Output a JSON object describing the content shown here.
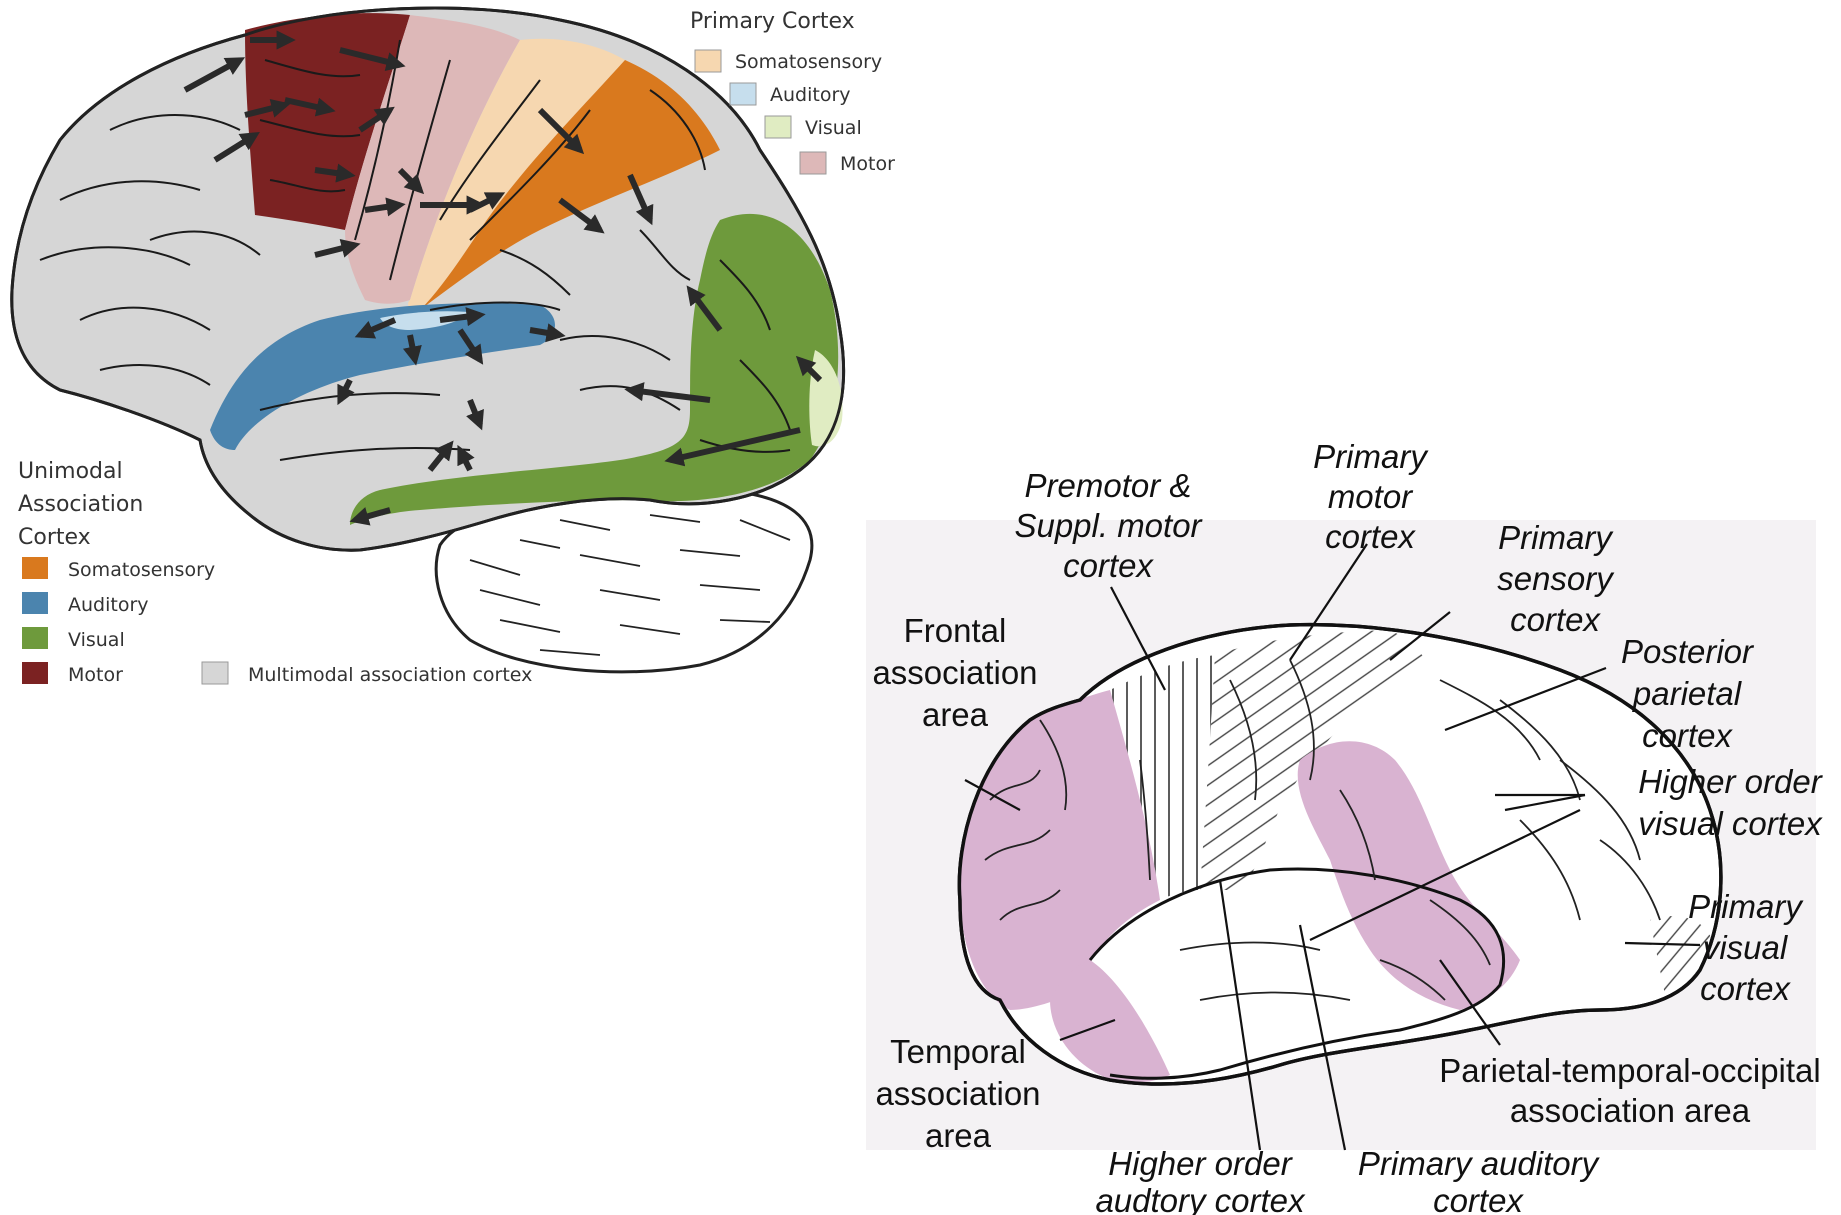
{
  "colors": {
    "somatosensory_primary": "#f6d7b0",
    "auditory_primary": "#c6deed",
    "visual_primary": "#e0ecc2",
    "motor_primary": "#ddb8b8",
    "somatosensory_assoc": "#d9791e",
    "auditory_assoc": "#4b84ae",
    "visual_assoc": "#6e9a3c",
    "motor_assoc": "#7b2222",
    "multimodal": "#d6d6d6",
    "association_area": "#d9b3d1"
  },
  "left_diagram": {
    "primary_legend": {
      "title": "Primary Cortex",
      "items": [
        "Somatosensory",
        "Auditory",
        "Visual",
        "Motor"
      ]
    },
    "unimodal_legend": {
      "title_lines": [
        "Unimodal",
        "Association",
        "Cortex"
      ],
      "items": [
        "Somatosensory",
        "Auditory",
        "Visual",
        "Motor"
      ]
    },
    "multimodal_label": "Multimodal association cortex"
  },
  "right_diagram": {
    "labels": {
      "premotor": [
        "Premotor &",
        "Suppl. motor",
        "cortex"
      ],
      "primary_motor": [
        "Primary",
        "motor",
        "cortex"
      ],
      "primary_sensory": [
        "Primary",
        "sensory",
        "cortex"
      ],
      "frontal": [
        "Frontal",
        "association",
        "area"
      ],
      "posterior_parietal": [
        "Posterior",
        "parietal",
        "cortex"
      ],
      "higher_visual": [
        "Higher order",
        "visual cortex"
      ],
      "primary_visual": [
        "Primary",
        "visual",
        "cortex"
      ],
      "temporal": [
        "Temporal",
        "association",
        "area"
      ],
      "pto": [
        "Parietal-temporal-occipital",
        "association area"
      ],
      "higher_auditory": [
        "Higher order",
        "audtory cortex"
      ],
      "primary_auditory": [
        "Primary auditory",
        "cortex"
      ]
    }
  }
}
